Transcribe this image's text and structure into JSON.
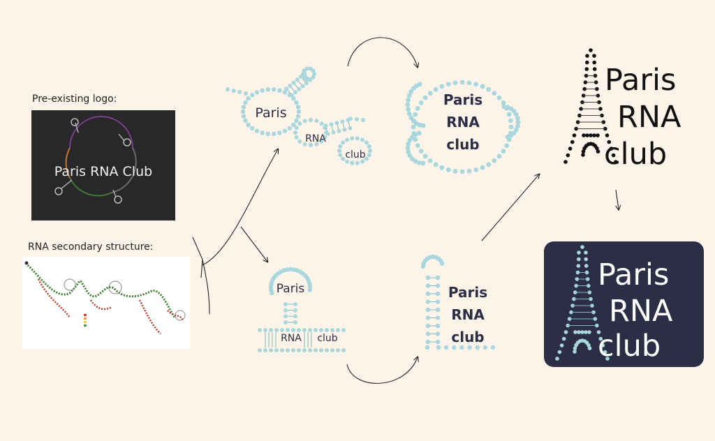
{
  "labels": {
    "pre_existing_logo": "Pre-existing logo:",
    "secondary_structure": "RNA secondary structure:"
  },
  "old_logo": {
    "text": "Paris RNA Club"
  },
  "variant_a1": {
    "paris": "Paris",
    "rna": "RNA",
    "club": "club"
  },
  "variant_a2": {
    "paris": "Paris",
    "rna": "RNA",
    "club": "club"
  },
  "variant_b1": {
    "paris": "Paris",
    "rna": "RNA",
    "club": "club"
  },
  "variant_b2": {
    "paris": "Paris",
    "rna": "RNA",
    "club": "club"
  },
  "final_logo": {
    "paris": "Paris",
    "rna": "RNA",
    "club": "club"
  },
  "final_logo_dark": {
    "paris": "Paris",
    "rna": "RNA",
    "club": "club"
  },
  "colors": {
    "background": "#fdf4e9",
    "bead": "#a9d7dd",
    "dark_text": "#2b2e45",
    "dark_panel": "#2b2e45",
    "old_logo_bg": "#28282a"
  }
}
